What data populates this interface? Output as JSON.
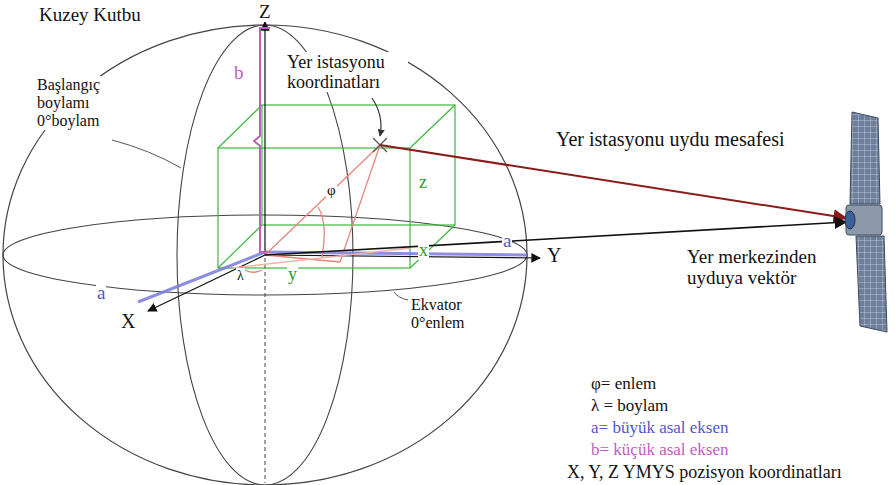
{
  "diagram": {
    "labels": [
      "Kuzey Kutbu",
      "Z",
      "Yer istasyonu koordinatları",
      "Başlangıç boylamı 0°boylam",
      "b",
      "Yer istasyonu uydu mesafesi",
      "z",
      "φ",
      "a",
      "Y",
      "a",
      "λ",
      "x",
      "y",
      "Yer merkezinden uyduya vektör",
      "X",
      "Ekvator 0°enlem",
      "φ= enlem",
      "λ = boylam",
      "a= büyük asal eksen",
      "b= küçük asal eksen",
      "X, Y, Z YMYS pozisyon koordinatları"
    ]
  }
}
